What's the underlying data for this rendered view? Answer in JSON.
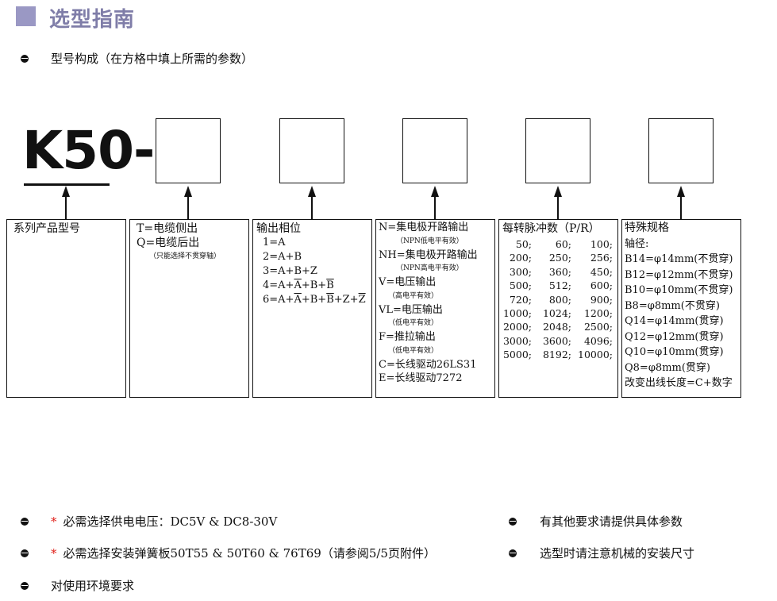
{
  "header": {
    "title": "选型指南"
  },
  "subtitle": "型号构成（在方格中填上所需的参数）",
  "model": {
    "code": "K50-"
  },
  "boxes": {
    "series": {
      "label": "系列产品型号"
    },
    "cable": {
      "line1": "T=电缆侧出",
      "line2": "Q=电缆后出",
      "note": "（只能选择不贯穿轴）"
    },
    "phase": {
      "title": "输出相位",
      "items": [
        "1=A",
        "2=A+B",
        "3=A+B+Z"
      ],
      "line4": {
        "p1": "4=A+",
        "a": "A",
        "p2": "+B+",
        "b": "B"
      },
      "line5": {
        "p1": "6=A+",
        "a": "A",
        "p2": "+B+",
        "b": "B",
        "p3": "+Z+",
        "z": "Z"
      }
    },
    "output": {
      "items": [
        {
          "text": "N=集电极开路输出",
          "note": "（NPN低电平有效）"
        },
        {
          "text": "NH=集电极开路输出",
          "note": "（NPN高电平有效）"
        },
        {
          "text": "V=电压输出",
          "note": "（高电平有效）"
        },
        {
          "text": "VL=电压输出",
          "note": "（低电平有效）"
        },
        {
          "text": "F=推拉输出",
          "note": "（低电平有效）"
        }
      ],
      "tail": [
        "C=长线驱动26LS31",
        "E=长线驱动7272"
      ]
    },
    "pulse": {
      "title": "每转脉冲数（P/R）",
      "rows": [
        [
          "50;",
          "60;",
          "100;"
        ],
        [
          "200;",
          "250;",
          "256;"
        ],
        [
          "300;",
          "360;",
          "450;"
        ],
        [
          "500;",
          "512;",
          "600;"
        ],
        [
          "720;",
          "800;",
          "900;"
        ],
        [
          "1000;",
          "1024;",
          "1200;"
        ],
        [
          "2000;",
          "2048;",
          "2500;"
        ],
        [
          "3000;",
          "3600;",
          "4096;"
        ],
        [
          "5000;",
          "8192;",
          "10000;"
        ]
      ]
    },
    "special": {
      "title": "特殊规格",
      "axis_label": "轴径:",
      "items": [
        "B14=φ14mm(不贯穿)",
        "B12=φ12mm(不贯穿)",
        "B10=φ10mm(不贯穿)",
        "B8=φ8mm(不贯穿)",
        "Q14=φ14mm(贯穿)",
        "Q12=φ12mm(贯穿)",
        "Q10=φ10mm(贯穿)",
        "Q8=φ8mm(贯穿)",
        "改变出线长度=C+数字"
      ]
    }
  },
  "notes": {
    "star": "*",
    "left": [
      "必需选择供电电压：DC5V & DC8-30V",
      "必需选择安装弹簧板50T55 & 50T60 & 76T69（请参阅5/5页附件）",
      "对使用环境要求"
    ],
    "right": [
      "有其他要求请提供具体参数",
      "选型时请注意机械的安装尺寸"
    ]
  },
  "colors": {
    "title": "#7f7da8",
    "title_square": "#9a98c4",
    "star": "#e0201a"
  }
}
